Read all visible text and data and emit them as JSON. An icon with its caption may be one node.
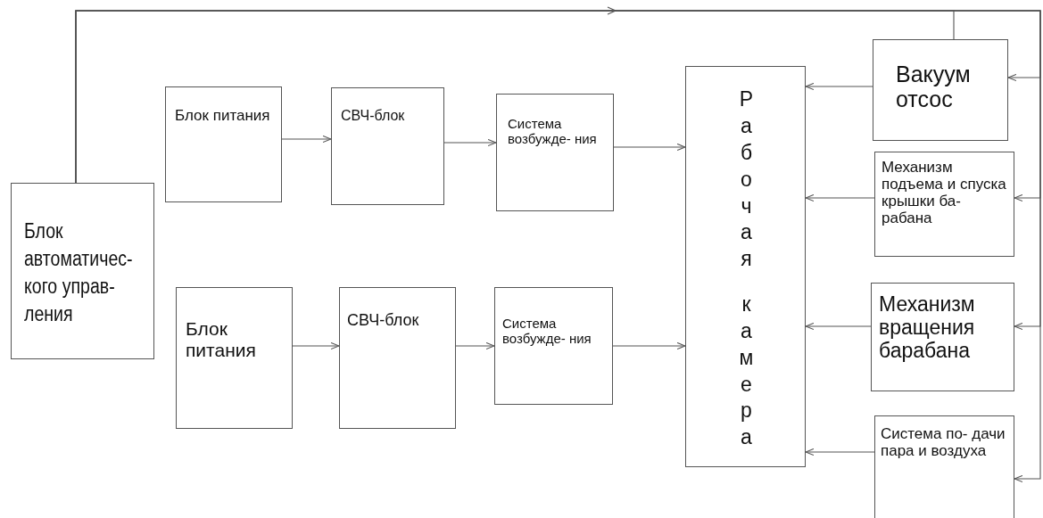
{
  "diagram": {
    "nodes": [
      {
        "text": [
          "Блок автоматичес- кого управ- ления"
        ]
      },
      {
        "text": [
          "Блок питания"
        ]
      },
      {
        "text": [
          "СВЧ-блок"
        ]
      },
      {
        "text": [
          "Система возбужде- ния"
        ]
      },
      {
        "text": [
          "Блок питания"
        ]
      },
      {
        "text": [
          "СВЧ-блок"
        ]
      },
      {
        "text": [
          "Система возбужде- ния"
        ]
      },
      {
        "text": [
          "Рабочая камера"
        ]
      },
      {
        "text": [
          "Вакуум отсос"
        ]
      },
      {
        "text": [
          "Механизм подъема и спуска крышки ба- рабана"
        ]
      },
      {
        "text": [
          "Механизм вращения барабана"
        ]
      },
      {
        "text": [
          "Система по- дачи пара и воздуха"
        ]
      }
    ],
    "edges": [
      {
        "from": 1,
        "to": 2,
        "arrow": "to"
      },
      {
        "from": 2,
        "to": 3,
        "arrow": "to"
      },
      {
        "from": 3,
        "to": 7,
        "arrow": "to"
      },
      {
        "from": 4,
        "to": 5,
        "arrow": "to"
      },
      {
        "from": 5,
        "to": 6,
        "arrow": "to"
      },
      {
        "from": 6,
        "to": 7,
        "arrow": "to"
      },
      {
        "from": 8,
        "to": 7,
        "arrow": "to"
      },
      {
        "from": 9,
        "to": 7,
        "arrow": "to"
      },
      {
        "from": 10,
        "to": 7,
        "arrow": "to"
      },
      {
        "from": 11,
        "to": 7,
        "arrow": "to"
      },
      {
        "from": 0,
        "to": 8,
        "arrow": "to"
      },
      {
        "from": 0,
        "to": 8,
        "arrow": "to"
      },
      {
        "from": 0,
        "to": 9,
        "arrow": "to"
      },
      {
        "from": 0,
        "to": 10,
        "arrow": "to"
      },
      {
        "from": 0,
        "to": 11,
        "arrow": "to"
      }
    ]
  }
}
